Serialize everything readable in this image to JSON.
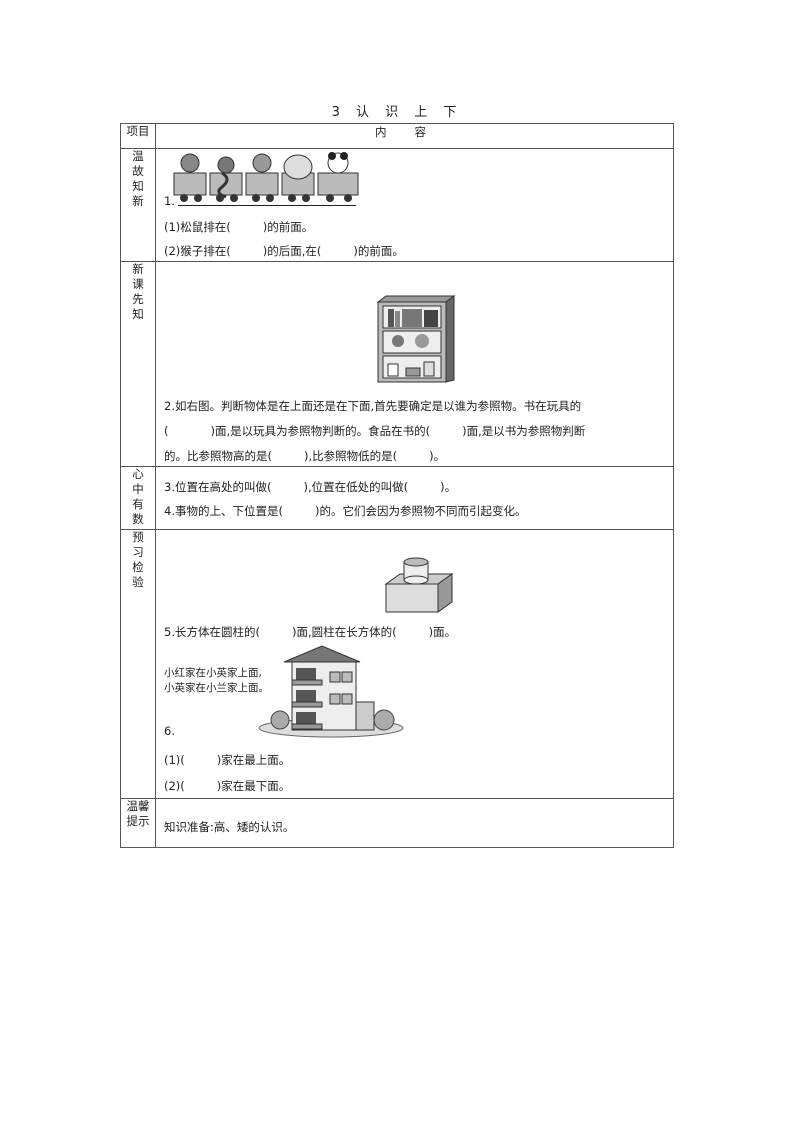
{
  "title": "3  认 识 上 下",
  "header": {
    "col1": "项目",
    "col2": "内容"
  },
  "sections": {
    "review": {
      "label": "温故知新",
      "q1_num": "1.",
      "q1_a": "(1)松鼠排在(",
      "q1_a_end": ")的前面。",
      "q1_b": "(2)猴子排在(",
      "q1_b_mid": ")的后面,在(",
      "q1_b_end": ")的前面。"
    },
    "new": {
      "label": "新课先知",
      "line1": "2.如右图。判断物体是在上面还是在下面,首先要确定是以谁为参照物。书在玩具的",
      "line2_a": "(",
      "line2_b": ")面,是以玩具为参照物判断的。食品在书的(",
      "line2_c": ")面,是以书为参照物判断",
      "line3_a": "的。比参照物高的是(",
      "line3_b": "),比参照物低的是(",
      "line3_c": ")。"
    },
    "mind": {
      "label": "心中有数",
      "q3_a": "3.位置在高处的叫做(",
      "q3_b": "),位置在低处的叫做(",
      "q3_c": ")。",
      "q4_a": "4.事物的上、下位置是(",
      "q4_b": ")的。它们会因为参照物不同而引起变化。"
    },
    "check": {
      "label": "预习检验",
      "q5_a": "5.长方体在圆柱的(",
      "q5_b": ")面,圆柱在长方体的(",
      "q5_c": ")面。",
      "bubble1": "小红家在小英家上面,",
      "bubble2": "小英家在小兰家上面。",
      "q6_num": "6.",
      "q6_a": "(1)(",
      "q6_a_end": ")家在最上面。",
      "q6_b": "(2)(",
      "q6_b_end": ")家在最下面。"
    },
    "tip": {
      "label": "温馨提示",
      "text": "知识准备:高、矮的认识。"
    }
  }
}
